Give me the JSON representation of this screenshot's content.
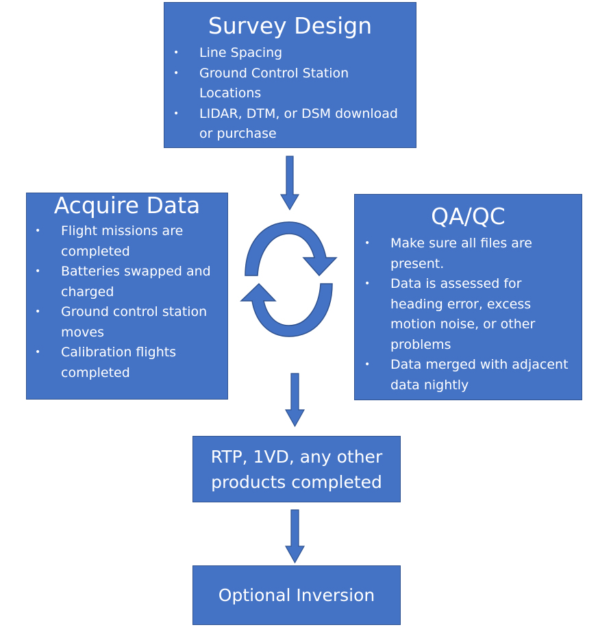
{
  "survey_design": {
    "title": "Survey Design",
    "items": [
      "Line Spacing",
      "Ground Control Station Locations",
      "LIDAR, DTM, or DSM download or purchase"
    ]
  },
  "acquire_data": {
    "title": "Acquire Data",
    "items": [
      "Flight missions are completed",
      "Batteries swapped and charged",
      "Ground control station moves",
      "Calibration flights completed"
    ]
  },
  "qa_qc": {
    "title": "QA/QC",
    "items": [
      "Make sure all files are present.",
      "Data is assessed for heading error, excess motion noise, or other problems",
      "Data merged with adjacent data nightly"
    ]
  },
  "products": {
    "text": "RTP, 1VD, any other products completed"
  },
  "inversion": {
    "text": "Optional Inversion"
  },
  "colors": {
    "box_fill": "#4472C4",
    "box_border": "#2F528F",
    "text": "#ffffff",
    "arrow_fill": "#4472C4",
    "arrow_dark": "#2F5597"
  }
}
